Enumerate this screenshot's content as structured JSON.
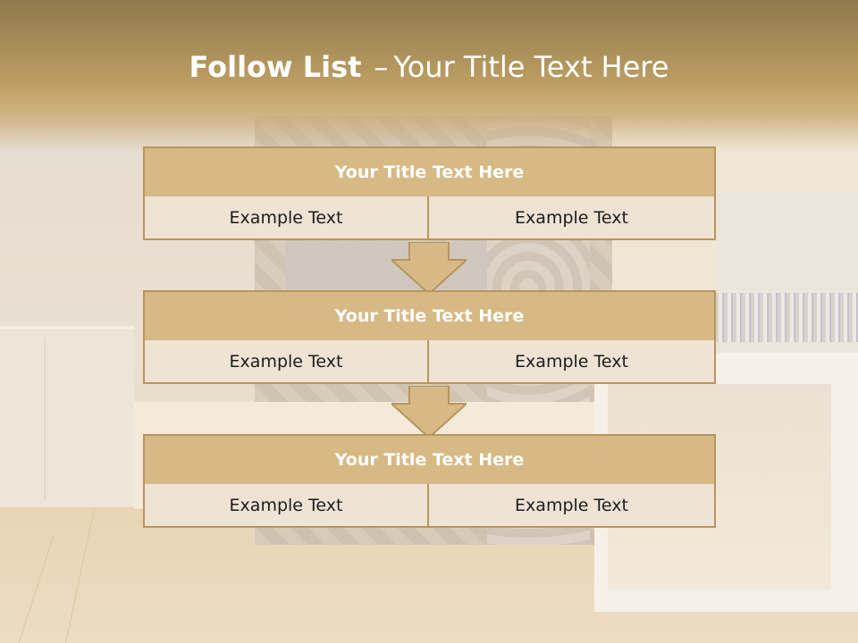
{
  "title": {
    "bold": "Follow List",
    "separator": "–",
    "rest": "Your Title Text Here"
  },
  "steps": [
    {
      "heading": "Your Title Text Here",
      "left": "Example Text",
      "right": "Example Text"
    },
    {
      "heading": "Your Title Text Here",
      "left": "Example Text",
      "right": "Example Text"
    },
    {
      "heading": "Your Title Text Here",
      "left": "Example Text",
      "right": "Example Text"
    }
  ],
  "colors": {
    "header_band": "#a58c58",
    "box_header": "#d6b985",
    "box_cell": "#efe3d5",
    "border": "#b8955c",
    "arrow_fill": "#d6b985"
  },
  "icons": [
    "down-arrow-icon",
    "down-arrow-icon"
  ]
}
